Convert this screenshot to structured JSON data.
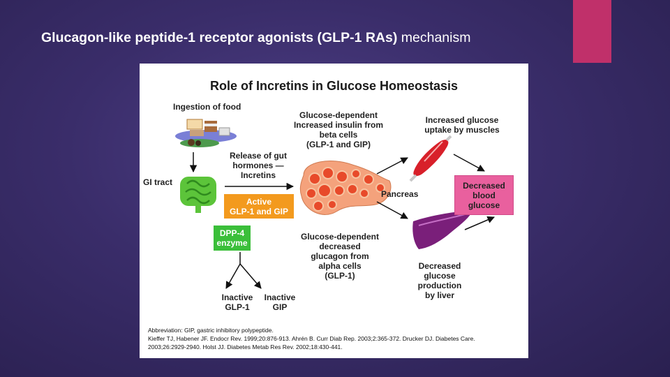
{
  "slide": {
    "title_bold": "Glucagon-like peptide-1 receptor agonists (GLP-1 RAs)",
    "title_rest": " mechanism",
    "accent_color": "#c0306a",
    "background_color": "#3a2d6a"
  },
  "figure": {
    "title": "Role of Incretins in Glucose Homeostasis",
    "ingestion_label": "Ingestion of food",
    "gi_tract_label": "GI tract",
    "release_label": [
      "Release of gut",
      "hormones —",
      "Incretins"
    ],
    "active_box": [
      "Active",
      "GLP-1 and GIP"
    ],
    "dpp4_box": [
      "DPP-4",
      "enzyme"
    ],
    "inactive_glp1": [
      "Inactive",
      "GLP-1"
    ],
    "inactive_gip": [
      "Inactive",
      "GIP"
    ],
    "insulin_label": [
      "Glucose-dependent",
      "Increased insulin from",
      "beta cells",
      "(GLP-1 and GIP)"
    ],
    "pancreas_label": "Pancreas",
    "glucagon_label": [
      "Glucose-dependent",
      "decreased",
      "glucagon from",
      "alpha cells",
      "(GLP-1)"
    ],
    "muscle_label": [
      "Increased glucose",
      "uptake by muscles"
    ],
    "decreased_box": [
      "Decreased",
      "blood",
      "glucose"
    ],
    "liver_label": [
      "Decreased",
      "glucose",
      "production",
      "by liver"
    ],
    "abbreviation": [
      "Abbreviation: GIP, gastric inhibitory polypeptide.",
      "Kieffer TJ, Habener JF. Endocr Rev. 1999;20:876-913. Ahrén B. Curr Diab Rep. 2003;2:365-372. Drucker DJ. Diabetes Care.",
      "2003;26:2929-2940. Holst JJ. Diabetes Metab Res Rev. 2002;18:430-441."
    ],
    "colors": {
      "active": "#f39a1e",
      "dpp4": "#3bbf3a",
      "decreased": "#e9609e",
      "pancreas": "#e84a2a",
      "intestine": "#5cc43a",
      "liver": "#7a1f7a",
      "muscle": "#d8202a"
    },
    "icons": [
      "food-icon",
      "intestine-icon",
      "pancreas-icon",
      "muscle-icon",
      "liver-icon",
      "arrow-icon"
    ]
  }
}
